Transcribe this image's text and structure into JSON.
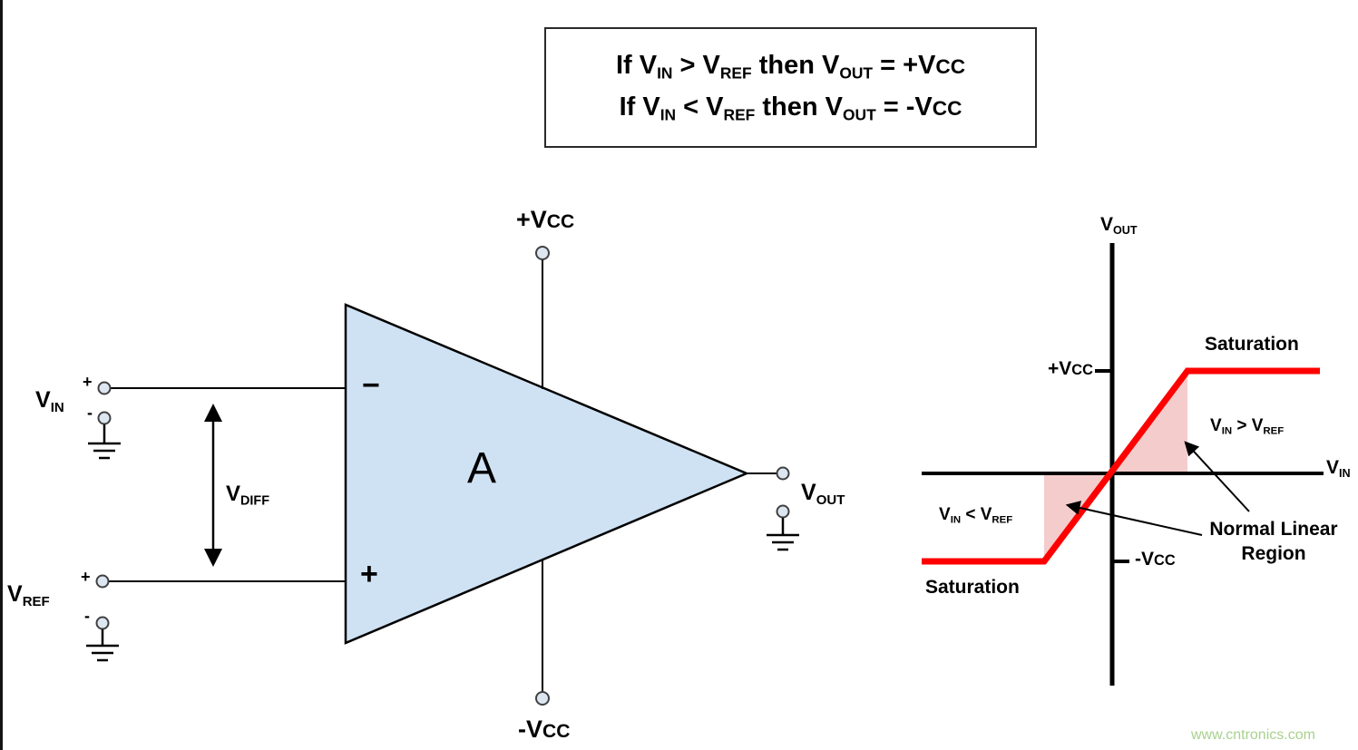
{
  "colors": {
    "triangle_fill": "#cfe2f3",
    "curve_red": "#fe0000",
    "shade_pink": "#f4cccc",
    "terminal_fill": "#dce6f1",
    "watermark_green": "#a9d18e"
  },
  "formula_box": {
    "line1": [
      {
        "t": "t",
        "v": "If V"
      },
      {
        "t": "sub",
        "v": "IN"
      },
      {
        "t": "t",
        "v": " > V"
      },
      {
        "t": "sub",
        "v": "REF"
      },
      {
        "t": "t",
        "v": " then V"
      },
      {
        "t": "sub",
        "v": "OUT"
      },
      {
        "t": "t",
        "v": " = +V"
      },
      {
        "t": "sc",
        "v": "CC"
      }
    ],
    "line2": [
      {
        "t": "t",
        "v": "If V"
      },
      {
        "t": "sub",
        "v": "IN"
      },
      {
        "t": "t",
        "v": " < V"
      },
      {
        "t": "sub",
        "v": "REF"
      },
      {
        "t": "t",
        "v": " then V"
      },
      {
        "t": "sub",
        "v": "OUT"
      },
      {
        "t": "t",
        "v": " = -V"
      },
      {
        "t": "sc",
        "v": "CC"
      }
    ]
  },
  "opamp": {
    "gain_label": "A",
    "inverting_sign": "−",
    "noninverting_sign": "+",
    "vcc_pos": [
      {
        "t": "t",
        "v": "+V"
      },
      {
        "t": "sc",
        "v": "CC"
      }
    ],
    "vcc_neg": [
      {
        "t": "t",
        "v": "-V"
      },
      {
        "t": "sc",
        "v": "CC"
      }
    ],
    "vin_label": [
      {
        "t": "t",
        "v": "V"
      },
      {
        "t": "sub",
        "v": "IN"
      }
    ],
    "vin_plus": "+",
    "vin_minus": "-",
    "vref_label": [
      {
        "t": "t",
        "v": "V"
      },
      {
        "t": "sub",
        "v": "REF"
      }
    ],
    "vref_plus": "+",
    "vref_minus": "-",
    "vdiff_label": [
      {
        "t": "t",
        "v": "V"
      },
      {
        "t": "sub",
        "v": "DIFF"
      }
    ],
    "vout_label": [
      {
        "t": "t",
        "v": "V"
      },
      {
        "t": "sub",
        "v": "OUT"
      }
    ]
  },
  "graph": {
    "y_axis_label": [
      {
        "t": "t",
        "v": "V"
      },
      {
        "t": "sub",
        "v": "OUT"
      }
    ],
    "x_axis_label": [
      {
        "t": "t",
        "v": "V"
      },
      {
        "t": "sub",
        "v": "IN"
      }
    ],
    "pos_tick_label": [
      {
        "t": "t",
        "v": "+V"
      },
      {
        "t": "sc",
        "v": "CC"
      }
    ],
    "neg_tick_label": [
      {
        "t": "t",
        "v": "-V"
      },
      {
        "t": "sc",
        "v": "CC"
      }
    ],
    "saturation_top": "Saturation",
    "saturation_bottom": "Saturation",
    "region_right": [
      {
        "t": "t",
        "v": "V"
      },
      {
        "t": "sub",
        "v": "IN"
      },
      {
        "t": "t",
        "v": " > V"
      },
      {
        "t": "sub",
        "v": "REF"
      }
    ],
    "region_left": [
      {
        "t": "t",
        "v": "V"
      },
      {
        "t": "sub",
        "v": "IN"
      },
      {
        "t": "t",
        "v": " < V"
      },
      {
        "t": "sub",
        "v": "REF"
      }
    ],
    "linear_region_label": "Normal Linear Region"
  },
  "watermark": "www.cntronics.com"
}
